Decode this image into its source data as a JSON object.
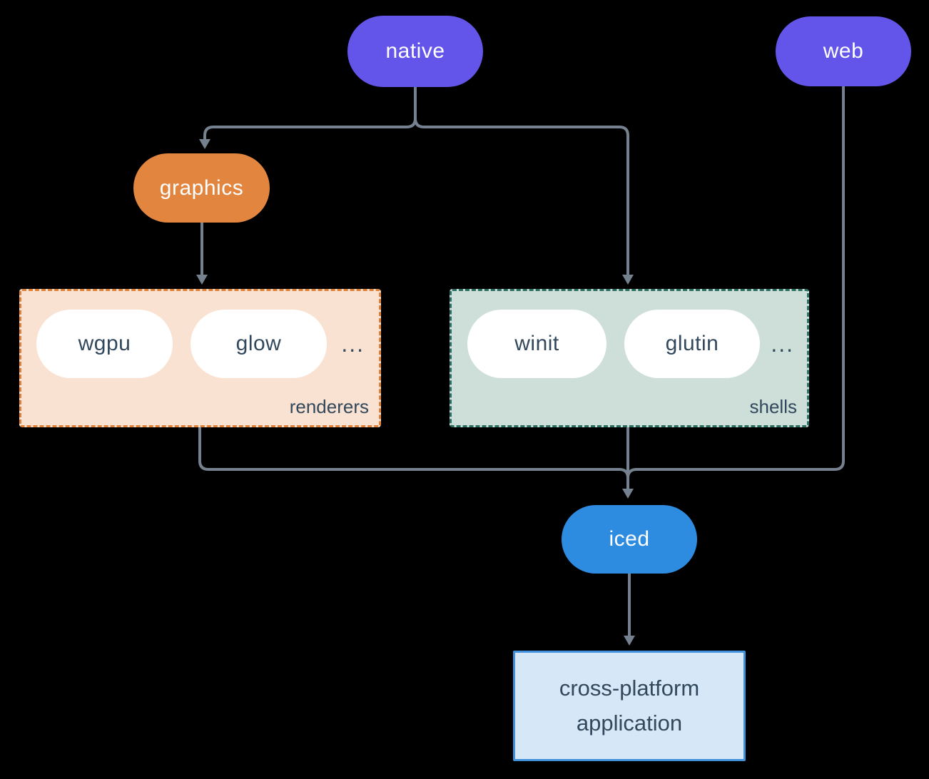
{
  "diagram": {
    "nodes": {
      "native": "native",
      "web": "web",
      "graphics": "graphics",
      "iced": "iced"
    },
    "groups": {
      "renderers": {
        "label": "renderers",
        "items": [
          "wgpu",
          "glow"
        ],
        "more": "..."
      },
      "shells": {
        "label": "shells",
        "items": [
          "winit",
          "glutin"
        ],
        "more": "..."
      }
    },
    "app": {
      "label": "cross-platform application"
    }
  },
  "colors": {
    "bg": "#000000",
    "purple": "#6355E9",
    "orange": "#E1853F",
    "blue": "#2D8CE0",
    "ink": "#32485C",
    "line": "#75818E",
    "renderers-fill": "#F9E2D1",
    "renderers-border": "#DF8137",
    "shells-fill": "#CEDFD9",
    "shells-border": "#2A6E62",
    "app-fill": "#D6E7F7",
    "app-border": "#4090DB"
  }
}
